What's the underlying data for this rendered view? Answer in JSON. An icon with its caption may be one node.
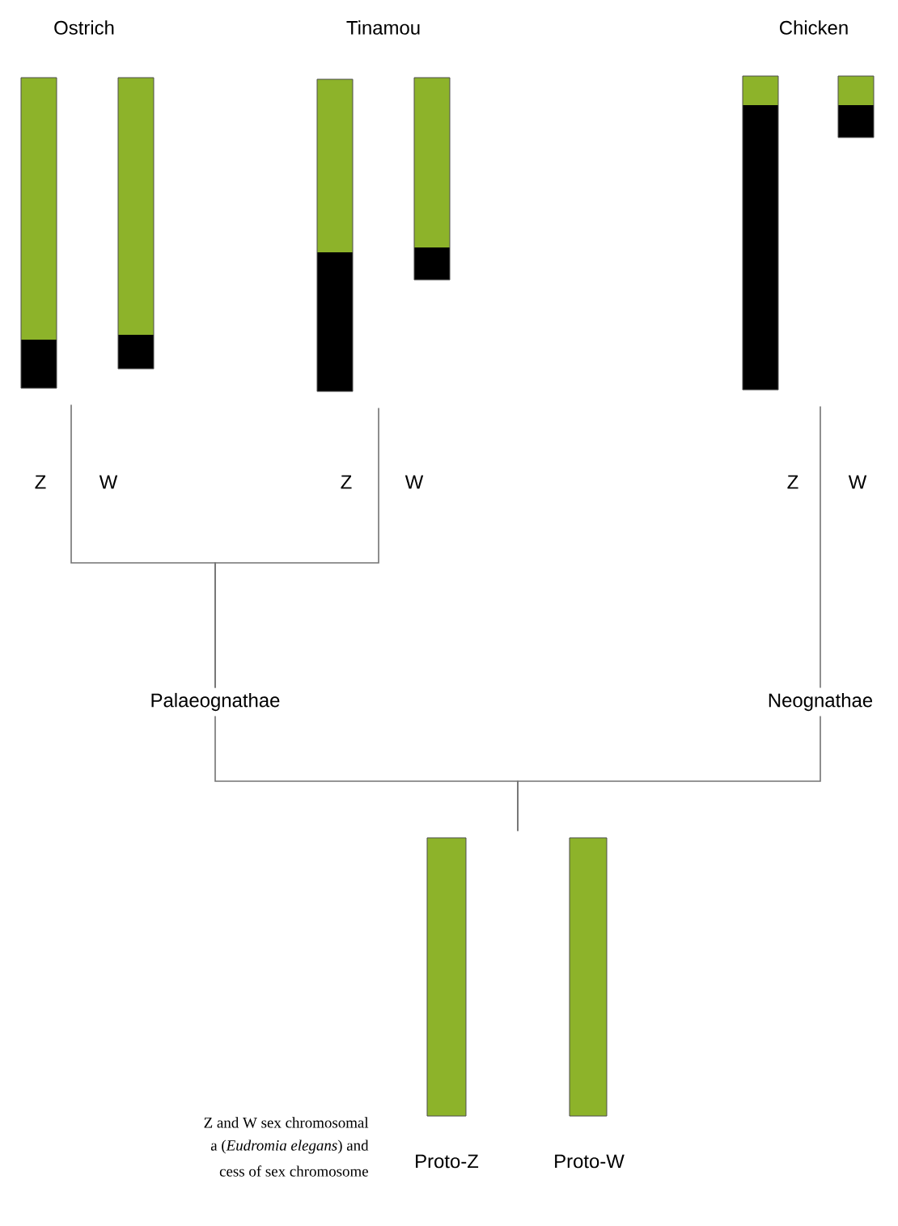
{
  "diagram": {
    "nodes": [
      {
        "text": [
          "Ostrich"
        ]
      },
      {
        "text": [
          "Tinamou"
        ]
      },
      {
        "text": [
          "Chicken"
        ]
      },
      {
        "text": [
          "Palaeognathae"
        ]
      },
      {
        "text": [
          "Neognathae"
        ]
      },
      {
        "text": [
          "Proto-Z",
          "Proto-W"
        ]
      }
    ],
    "edges": [
      {
        "from": 0,
        "to": 3,
        "arrow": "none"
      },
      {
        "from": 1,
        "to": 3,
        "arrow": "none"
      },
      {
        "from": 2,
        "to": 4,
        "arrow": "none"
      },
      {
        "from": 3,
        "to": 5,
        "arrow": "none"
      },
      {
        "from": 4,
        "to": 5,
        "arrow": "none"
      }
    ],
    "labels": [
      "Z",
      "W",
      "Z",
      "W",
      "Z",
      "W",
      "Z and W sex chromosomal",
      "a (*Eudromia elegans*) and",
      "cess of sex chromosome"
    ]
  }
}
